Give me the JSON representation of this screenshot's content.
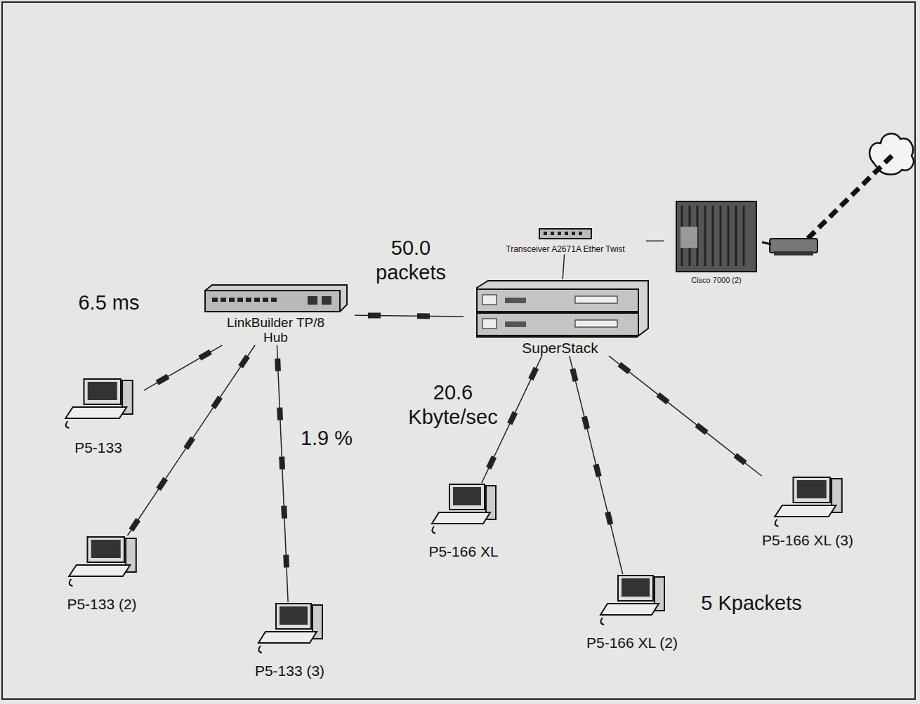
{
  "diagram": {
    "nodes": [
      {
        "text": [
          "LinkBuilder TP/8",
          "Hub"
        ]
      },
      {
        "text": [
          "SuperStack"
        ]
      },
      {
        "text": [
          "Transceiver A2671A Ether Twist"
        ]
      },
      {
        "text": [
          "Cisco 7000 (2)"
        ]
      },
      {
        "text": [
          "P5-133"
        ]
      },
      {
        "text": [
          "P5-133 (2)"
        ]
      },
      {
        "text": [
          "P5-133 (3)"
        ]
      },
      {
        "text": [
          "P5-166 XL"
        ]
      },
      {
        "text": [
          "P5-166 XL (2)"
        ]
      },
      {
        "text": [
          "P5-166 XL (3)"
        ]
      }
    ],
    "edges": [
      {
        "from": 0,
        "to": 1,
        "arrow": "none"
      },
      {
        "from": 0,
        "to": 4,
        "arrow": "none"
      },
      {
        "from": 0,
        "to": 5,
        "arrow": "none"
      },
      {
        "from": 0,
        "to": 6,
        "arrow": "none"
      },
      {
        "from": 1,
        "to": 2,
        "arrow": "none"
      },
      {
        "from": 2,
        "to": 3,
        "arrow": "none"
      },
      {
        "from": 1,
        "to": 7,
        "arrow": "none"
      },
      {
        "from": 1,
        "to": 8,
        "arrow": "none"
      },
      {
        "from": 1,
        "to": 9,
        "arrow": "none"
      }
    ],
    "labels": [
      "6.5 ms",
      "50.0 packets",
      "1.9 %",
      "20.6 Kbyte/sec",
      "5 Kpackets"
    ]
  }
}
